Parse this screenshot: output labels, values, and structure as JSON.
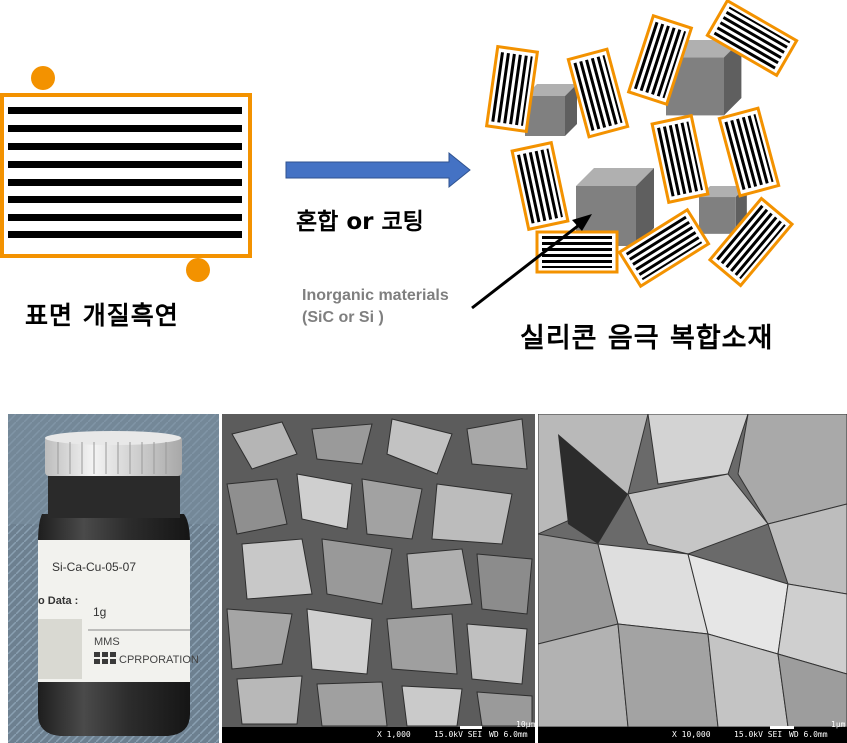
{
  "left_caption": "표면 개질흑연",
  "arrow_caption": "혼합 or 코팅",
  "right_caption": "실리콘 음극 복합소재",
  "inorganic_label": {
    "line1": "Inorganic materials",
    "line2": "(SiC or Si )"
  },
  "bottle": {
    "sample_id": "Si-Ca-Cu-05-07",
    "data_label": "o Data :",
    "mass": "1g",
    "company_top": "MMS",
    "company_bottom": "CPRPORATION"
  },
  "sem1": {
    "magnification": "X 1,000",
    "voltage": "15.0kV SEI",
    "wd": "WD 6.0mm",
    "scale": "10µm"
  },
  "sem2": {
    "magnification": "X 10,000",
    "voltage": "15.0kV SEI",
    "wd": "WD 6.0mm",
    "scale": "1µm"
  },
  "colors": {
    "graphite_border": "#F39200",
    "arrow_blue": "#4472C4",
    "cube_gray": "#7f7f7f"
  }
}
